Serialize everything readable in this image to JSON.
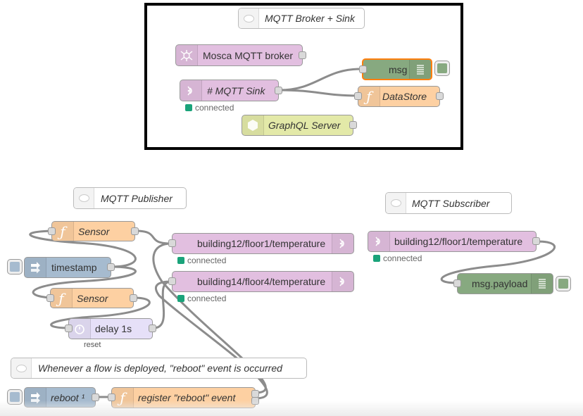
{
  "colors": {
    "mqtt": "#e2bfe0",
    "function": "#fdd0a2",
    "debug": "#87a980",
    "inject": "#a6bbcf",
    "delay": "#e6e0f8",
    "mosca": "#e2bfe0",
    "graphql": "#e3e9a8",
    "wire": "#8c8c8c",
    "status_connected": "#1aa37a",
    "selected_outline": "#ff7f0e"
  },
  "top_group": {
    "comment": "MQTT Broker + Sink",
    "nodes": {
      "mosca": {
        "label": "Mosca MQTT broker",
        "icon": "mosca-icon"
      },
      "mqtt_sink": {
        "label": "# MQTT Sink",
        "icon": "wifi-icon",
        "status": "connected"
      },
      "msg_debug": {
        "label": "msg",
        "icon": "list-icon"
      },
      "datastore": {
        "label": "DataStore",
        "icon": "function-icon"
      },
      "graphql": {
        "label": "GraphQL Server",
        "icon": "graphql-icon"
      }
    }
  },
  "publisher": {
    "comment": "MQTT Publisher",
    "nodes": {
      "sensor1": {
        "label": "Sensor",
        "icon": "function-icon"
      },
      "timestamp": {
        "label": "timestamp",
        "icon": "arrow-icon"
      },
      "sensor2": {
        "label": "Sensor",
        "icon": "function-icon"
      },
      "delay": {
        "label": "delay 1s",
        "icon": "timer-icon",
        "sublabel": "reset"
      },
      "mqtt_out1": {
        "label": "building12/floor1/temperature",
        "icon": "wifi-icon",
        "status": "connected"
      },
      "mqtt_out2": {
        "label": "building14/floor4/temperature",
        "icon": "wifi-icon",
        "status": "connected"
      }
    }
  },
  "subscriber": {
    "comment": "MQTT Subscriber",
    "nodes": {
      "mqtt_in": {
        "label": "building12/floor1/temperature",
        "icon": "wifi-icon",
        "status": "connected"
      },
      "payload_debug": {
        "label": "msg.payload",
        "icon": "list-icon"
      }
    }
  },
  "reboot_flow": {
    "comment": "Whenever a flow is deployed, \"reboot\" event is occurred",
    "nodes": {
      "reboot": {
        "label": "reboot ¹",
        "icon": "arrow-icon"
      },
      "register": {
        "label": "register \"reboot\" event",
        "icon": "function-icon"
      }
    }
  }
}
